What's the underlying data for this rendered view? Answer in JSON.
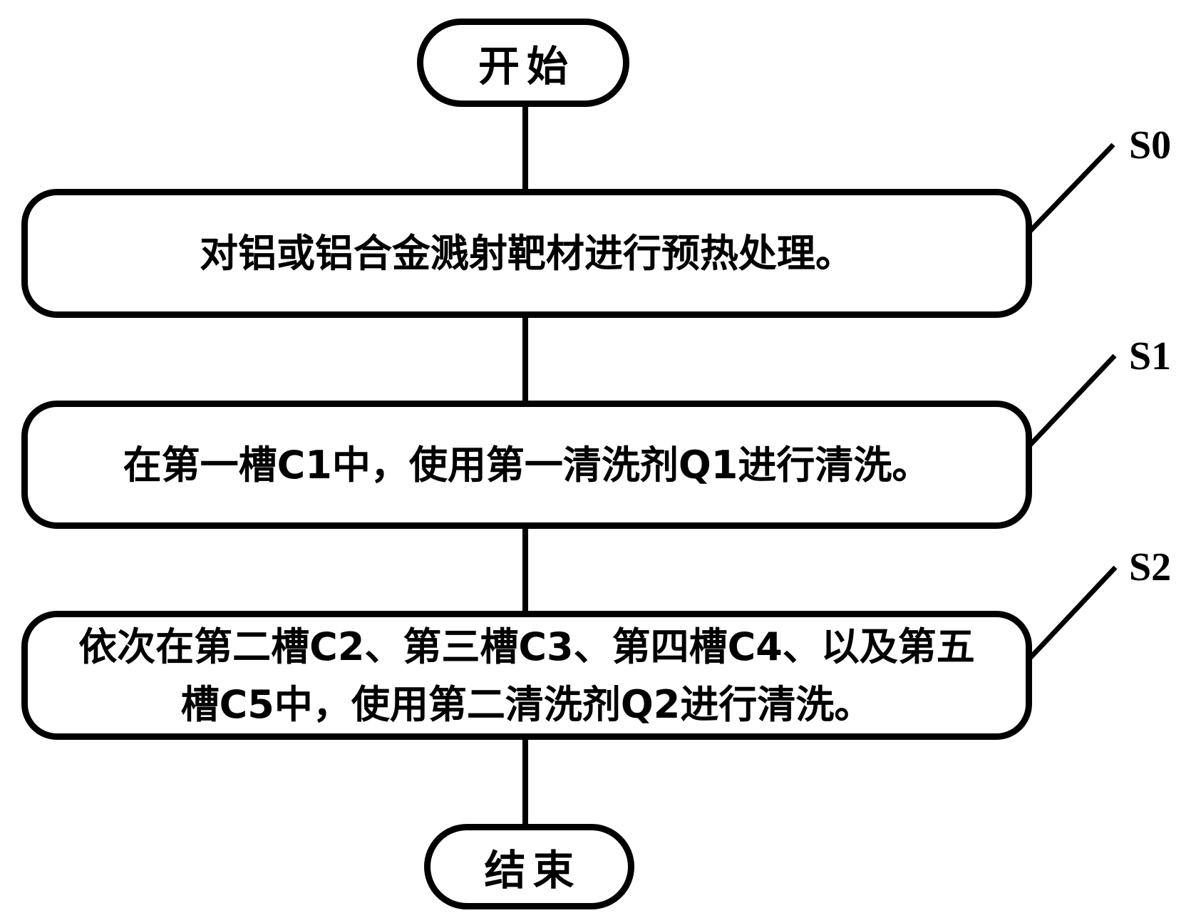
{
  "figure": {
    "type": "flowchart",
    "colors": {
      "ink": "#000000",
      "paper": "#ffffff"
    },
    "terminals": {
      "start": "开始",
      "end": "结束"
    },
    "steps": [
      {
        "id": "S0",
        "text": "对铝或铝合金溅射靶材进行预热处理。",
        "lines": [
          "对铝或铝合金溅射靶材进行预热处理。"
        ]
      },
      {
        "id": "S1",
        "text": "在第一槽C1中，使用第一清洗剂Q1进行清洗。",
        "lines": [
          "在第一槽C1中，使用第一清洗剂Q1进行清洗。"
        ]
      },
      {
        "id": "S2",
        "text": "依次在第二槽C2、第三槽C3、第四槽C4、以及第五槽C5中，使用第二清洗剂Q2进行清洗。",
        "lines": [
          "依次在第二槽C2、第三槽C3、第四槽C4、以及第五",
          "槽C5中，使用第二清洗剂Q2进行清洗。"
        ]
      }
    ]
  }
}
